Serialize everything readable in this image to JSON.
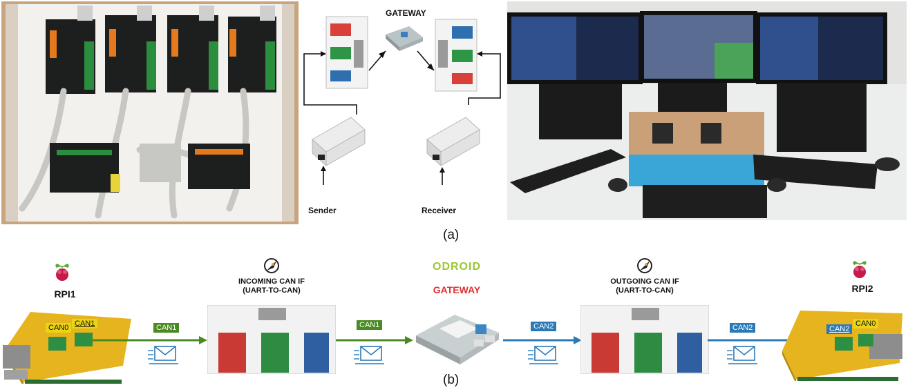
{
  "panel_a": {
    "caption": "(a)",
    "gateway_label": "GATEWAY",
    "sender_label": "Sender",
    "receiver_label": "Receiver"
  },
  "panel_b": {
    "caption": "(b)",
    "rpi1": {
      "title": "RPI1",
      "can0": "CAN0",
      "can1": "CAN1"
    },
    "incoming": {
      "title_line1": "INCOMING CAN IF",
      "title_line2": "(UART-TO-CAN)"
    },
    "gateway": {
      "brand": "ODROID",
      "title": "GATEWAY"
    },
    "outgoing": {
      "title_line1": "OUTGOING CAN IF",
      "title_line2": "(UART-TO-CAN)"
    },
    "rpi2": {
      "title": "RPI2",
      "can2": "CAN2",
      "can0": "CAN0"
    },
    "links": [
      {
        "label": "CAN1",
        "color": "#4a8a22"
      },
      {
        "label": "CAN1",
        "color": "#4a8a22"
      },
      {
        "label": "CAN2",
        "color": "#2a7ab8"
      },
      {
        "label": "CAN2",
        "color": "#2a7ab8"
      }
    ]
  },
  "colors": {
    "green": "#4a8a22",
    "blue": "#2a7ab8",
    "red": "#e03030",
    "odroid": "#9cc630"
  }
}
